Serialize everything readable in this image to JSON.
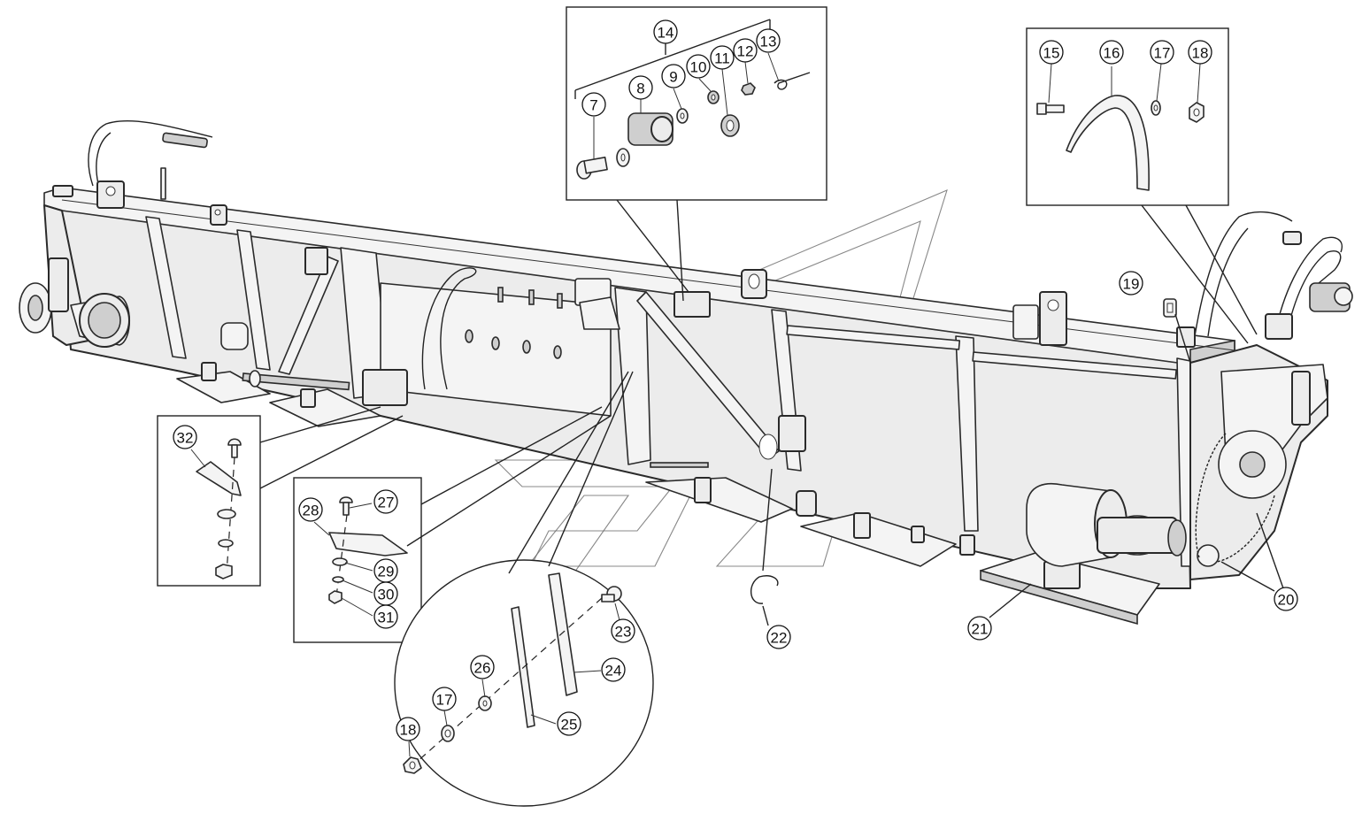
{
  "callouts": {
    "c7": "7",
    "c8": "8",
    "c9": "9",
    "c10": "10",
    "c11": "11",
    "c12": "12",
    "c13": "13",
    "c14": "14",
    "c15": "15",
    "c16": "16",
    "c17a": "17",
    "c18a": "18",
    "c19": "19",
    "c20": "20",
    "c21": "21",
    "c22": "22",
    "c23": "23",
    "c24": "24",
    "c25": "25",
    "c26": "26",
    "c17b": "17",
    "c18b": "18",
    "c27": "27",
    "c28": "28",
    "c29": "29",
    "c30": "30",
    "c31": "31",
    "c32": "32"
  }
}
